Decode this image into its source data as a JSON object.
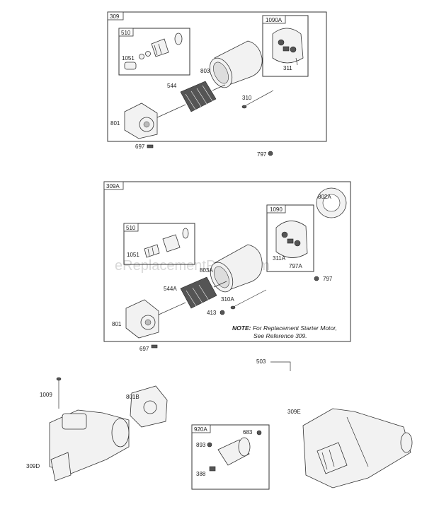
{
  "watermark": "eReplacementParts.com",
  "groups": {
    "g309": {
      "label": "309",
      "sub510": "510",
      "sub1090a": "1090A"
    },
    "g309a": {
      "label": "309A",
      "sub510": "510",
      "sub1090": "1090",
      "note_bold": "NOTE:",
      "note_line1": "For Replacement Starter Motor,",
      "note_line2": "See Reference 309."
    },
    "g920a": {
      "label": "920A"
    }
  },
  "part_labels": {
    "p1051a": "1051",
    "p803": "803",
    "p544": "544",
    "p311": "311",
    "p310": "310",
    "p801a": "801",
    "p697a": "697",
    "p797a": "797",
    "p802a": "802A",
    "p1051b": "1051",
    "p803a": "803A",
    "p544a": "544A",
    "p311a": "311A",
    "p797b": "797A",
    "p797c": "797",
    "p310a": "310A",
    "p413": "413",
    "p801b": "801",
    "p697b": "697",
    "p503": "503",
    "p1009": "1009",
    "p801b2": "801B",
    "p309d": "309D",
    "p893": "893",
    "p683": "683",
    "p388": "388",
    "p309e": "309E"
  }
}
